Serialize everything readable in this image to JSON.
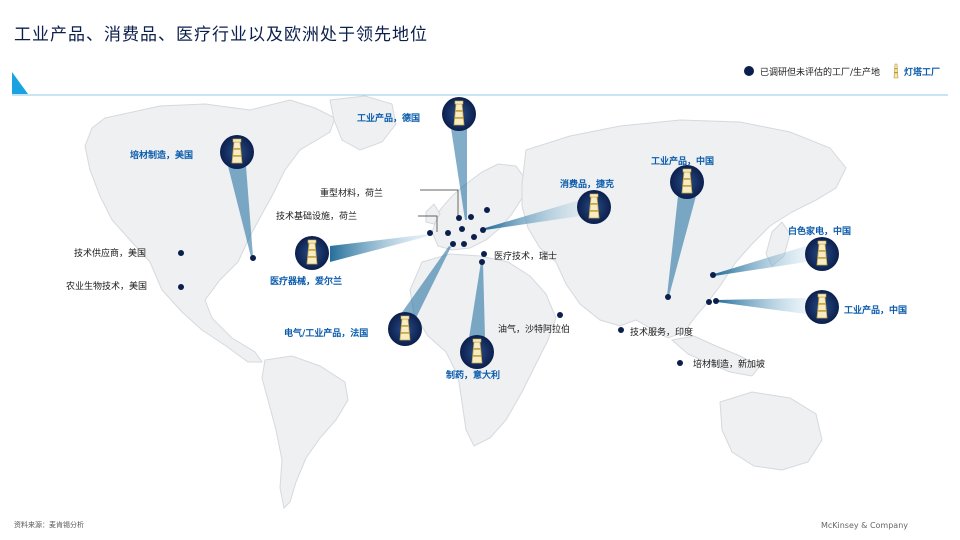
{
  "title": "工业产品、消费品、医疗行业以及欧洲处于领先地位",
  "legend": {
    "site_label": "已调研但未评估的工厂/生产地",
    "lighthouse_label": "灯塔工厂"
  },
  "site_labels": [
    "重型材料，荷兰",
    "技术基础设施，荷兰",
    "技术供应商，美国",
    "农业生物技术，美国",
    "医疗技术，瑞士",
    "油气，沙特阿拉伯",
    "技术服务，印度",
    "培材制造，新加坡"
  ],
  "lighthouses": [
    "工业产品，德国",
    "培材制造，美国",
    "消费品，捷克",
    "工业产品，中国",
    "白色家电，中国",
    "医疗器械，爱尔兰",
    "工业产品，中国",
    "电气/工业产品，法国",
    "制药，意大利"
  ],
  "footer": {
    "source": "资料来源：麦肯锡分析",
    "brand": "McKinsey & Company"
  },
  "colors": {
    "navy": "#0b1f4d",
    "accent_blue": "#0b5cad",
    "land": "#eef0f2",
    "land_stroke": "#d5d9de",
    "beam": "#1a6a9a"
  }
}
